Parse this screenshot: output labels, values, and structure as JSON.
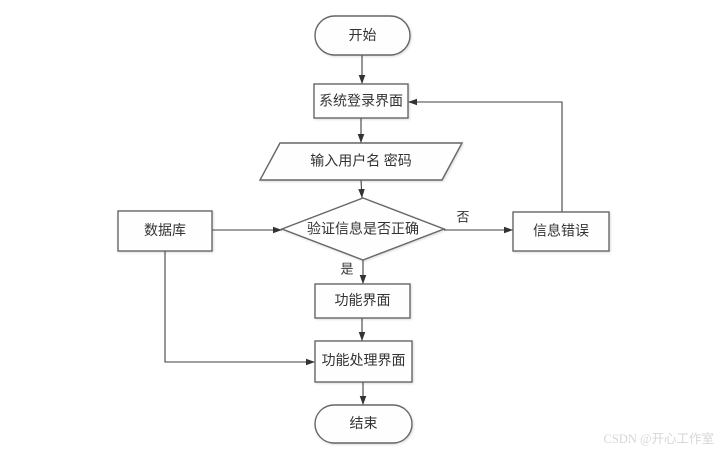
{
  "diagram": {
    "nodes": {
      "start": {
        "label": "开始",
        "shape": "terminator"
      },
      "login": {
        "label": "系统登录界面",
        "shape": "process"
      },
      "input": {
        "label": "输入用户名 密码",
        "shape": "data-parallelogram"
      },
      "verify": {
        "label": "验证信息是否正确",
        "shape": "decision"
      },
      "database": {
        "label": "数据库",
        "shape": "process"
      },
      "error": {
        "label": "信息错误",
        "shape": "process"
      },
      "function_ui": {
        "label": "功能界面",
        "shape": "process"
      },
      "function_process": {
        "label": "功能处理界面",
        "shape": "process"
      },
      "end": {
        "label": "结束",
        "shape": "terminator"
      }
    },
    "edge_labels": {
      "no": "否",
      "yes": "是"
    },
    "colors": {
      "shape_stroke": "#666666",
      "shape_fill": "#fefefe",
      "edge_line": "#404040",
      "arrowhead": "#333333",
      "text": "#333333",
      "watermark": "#d6d6d6",
      "background": "#ffffff"
    }
  },
  "watermark": {
    "text": "CSDN @开心工作室"
  }
}
